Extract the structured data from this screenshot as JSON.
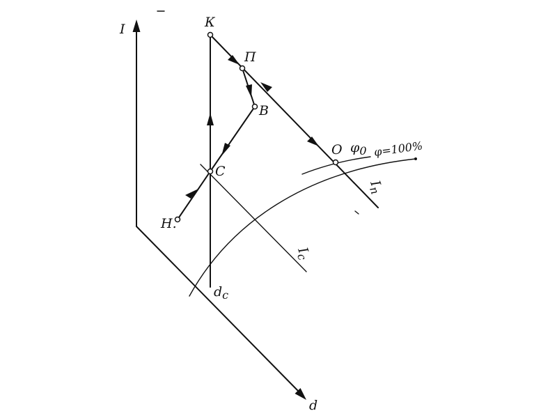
{
  "axes": {
    "y_label": "I",
    "x_label": "d"
  },
  "points": {
    "k": "К",
    "p": "П",
    "v": "В",
    "o": "О",
    "c": "С",
    "n": "Н."
  },
  "lines": {
    "dc": "d",
    "dc_sub": "c",
    "ic": "I",
    "ic_sub": "c",
    "ip": "I",
    "ip_sub": "п"
  },
  "curves": {
    "phi0": "φ",
    "phi0_sub": "0",
    "phi100": "φ=100%"
  }
}
